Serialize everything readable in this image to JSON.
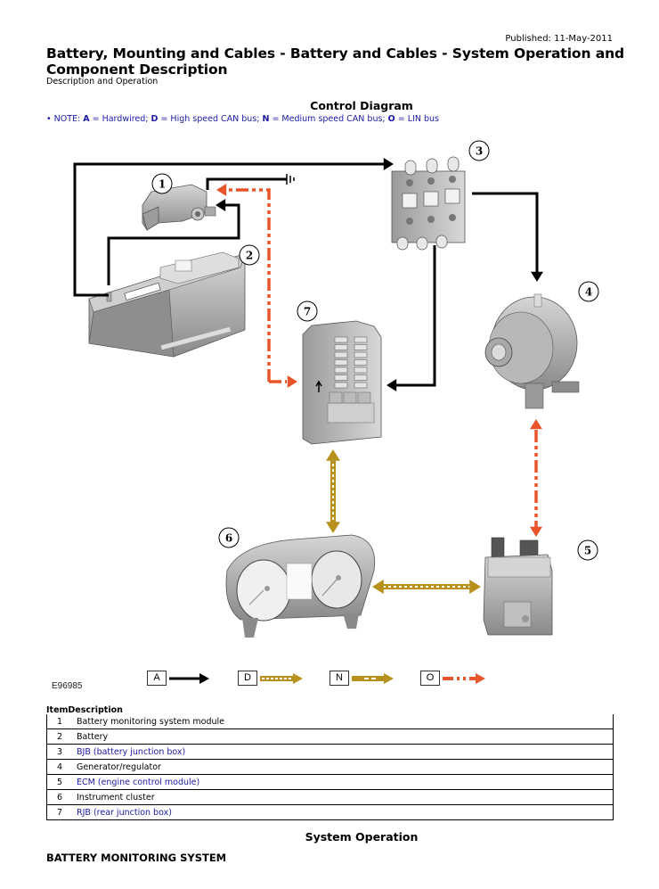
{
  "header": {
    "published": "Published: 11-May-2011",
    "title": "Battery, Mounting and Cables - Battery and Cables - System Operation and Component Description",
    "subtitle": "Description and Operation"
  },
  "control_diagram": {
    "heading": "Control Diagram",
    "note_prefix": "• NOTE: ",
    "note_parts": [
      {
        "key": "A",
        "text": " = Hardwired; "
      },
      {
        "key": "D",
        "text": " = High speed CAN bus; "
      },
      {
        "key": "N",
        "text": " = Medium speed CAN bus; "
      },
      {
        "key": "O",
        "text": " = LIN bus"
      }
    ],
    "image_code": "E96985",
    "callouts": [
      "1",
      "2",
      "3",
      "4",
      "5",
      "6",
      "7"
    ],
    "legend": [
      {
        "key": "A",
        "style": "hardwired",
        "color": "#000000"
      },
      {
        "key": "D",
        "style": "high-speed-can",
        "color": "#b8901c"
      },
      {
        "key": "N",
        "style": "medium-speed-can",
        "color": "#b8901c"
      },
      {
        "key": "O",
        "style": "lin-bus",
        "color": "#e8552a"
      }
    ],
    "colors": {
      "hardwired": "#000000",
      "can": "#b8901c",
      "lin": "#e8552a"
    }
  },
  "items_table": {
    "header": "ItemDescription",
    "rows": [
      {
        "item": "1",
        "description": "Battery monitoring system module",
        "link": false
      },
      {
        "item": "2",
        "description": "Battery",
        "link": false
      },
      {
        "item": "3",
        "description": "BJB (battery junction box)",
        "link": true
      },
      {
        "item": "4",
        "description": "Generator/regulator",
        "link": false
      },
      {
        "item": "5",
        "description": "ECM (engine control module)",
        "link": true
      },
      {
        "item": "6",
        "description": "Instrument cluster",
        "link": false
      },
      {
        "item": "7",
        "description": "RJB (rear junction box)",
        "link": true
      }
    ]
  },
  "system_operation": {
    "heading": "System Operation",
    "subheading": "BATTERY MONITORING SYSTEM"
  }
}
